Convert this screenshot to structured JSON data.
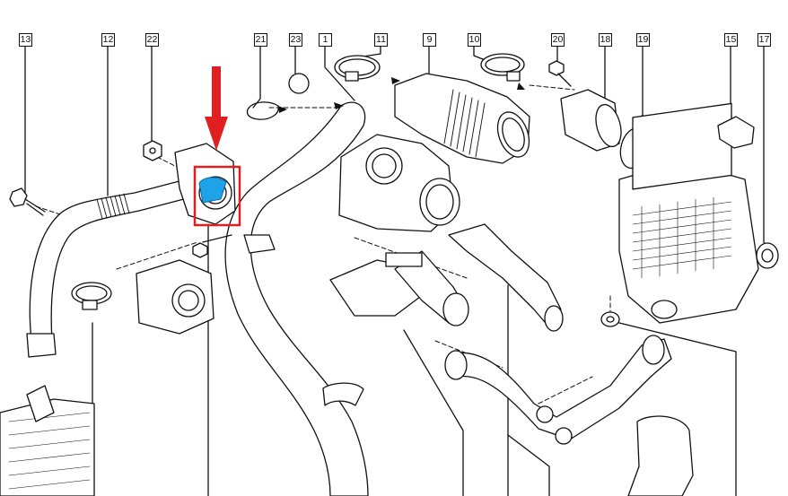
{
  "diagram": {
    "callouts": [
      {
        "id": "c13",
        "label": "13"
      },
      {
        "id": "c12",
        "label": "12"
      },
      {
        "id": "c22",
        "label": "22"
      },
      {
        "id": "c21",
        "label": "21"
      },
      {
        "id": "c23",
        "label": "23"
      },
      {
        "id": "c1",
        "label": "1"
      },
      {
        "id": "c11",
        "label": "11"
      },
      {
        "id": "c9",
        "label": "9"
      },
      {
        "id": "c10",
        "label": "10"
      },
      {
        "id": "c20",
        "label": "20"
      },
      {
        "id": "c18",
        "label": "18"
      },
      {
        "id": "c19",
        "label": "19"
      },
      {
        "id": "c15",
        "label": "15"
      },
      {
        "id": "c17",
        "label": "17"
      }
    ],
    "colors": {
      "line": "#111111",
      "highlight_box": "#e02020",
      "arrow": "#e02020",
      "highlight_part": "#1fa3e8"
    },
    "icons": {
      "pointer": "red-down-arrow-icon",
      "highlight": "red-highlight-box"
    }
  }
}
